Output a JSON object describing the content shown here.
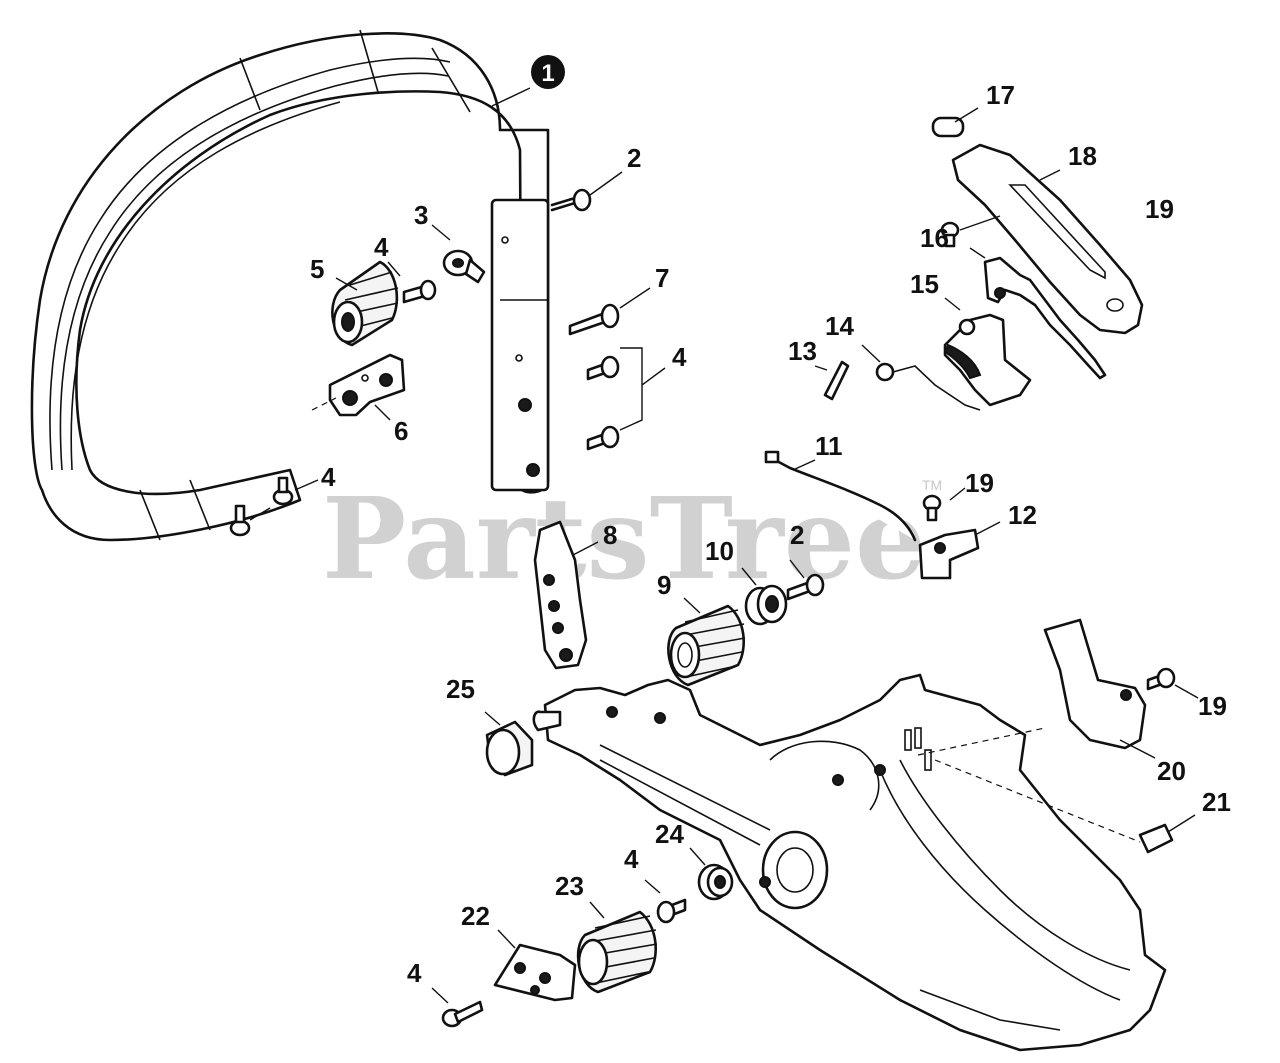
{
  "watermark": {
    "text": "PartsTree",
    "trademark": "TM"
  },
  "callouts": [
    {
      "label": "1",
      "circled": true
    },
    {
      "label": "2"
    },
    {
      "label": "3"
    },
    {
      "label": "4"
    },
    {
      "label": "5"
    },
    {
      "label": "7"
    },
    {
      "label": "4"
    },
    {
      "label": "6"
    },
    {
      "label": "4"
    },
    {
      "label": "8"
    },
    {
      "label": "9"
    },
    {
      "label": "10"
    },
    {
      "label": "2"
    },
    {
      "label": "11"
    },
    {
      "label": "12"
    },
    {
      "label": "13"
    },
    {
      "label": "14"
    },
    {
      "label": "15"
    },
    {
      "label": "16"
    },
    {
      "label": "17"
    },
    {
      "label": "18"
    },
    {
      "label": "19"
    },
    {
      "label": "19"
    },
    {
      "label": "19"
    },
    {
      "label": "20"
    },
    {
      "label": "21"
    },
    {
      "label": "22"
    },
    {
      "label": "23"
    },
    {
      "label": "24"
    },
    {
      "label": "25"
    },
    {
      "label": "4"
    },
    {
      "label": "4"
    }
  ]
}
